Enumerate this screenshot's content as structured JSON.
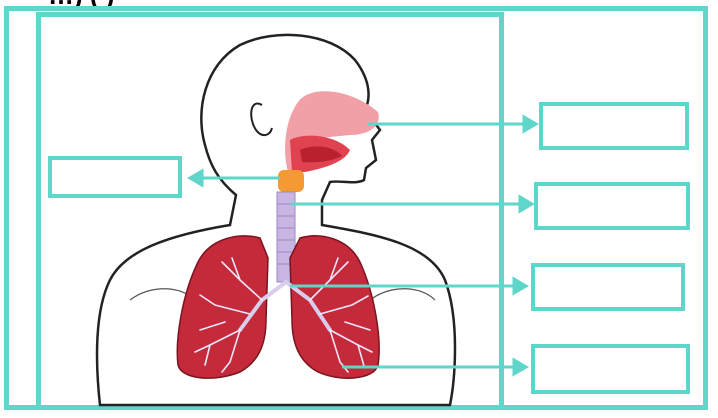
{
  "title_fragment": "…) (       )",
  "colors": {
    "frame": "#5ed6c9",
    "arrow": "#5ed6c9",
    "lung": "#c42a3a",
    "airway": "#c8b6e2",
    "nasal": "#f2a0a8",
    "larynx": "#f39a35"
  },
  "label_boxes": [
    {
      "id": "nasal-cavity",
      "text": ""
    },
    {
      "id": "larynx",
      "text": ""
    },
    {
      "id": "trachea",
      "text": ""
    },
    {
      "id": "bronchi",
      "text": ""
    },
    {
      "id": "lungs",
      "text": ""
    }
  ]
}
